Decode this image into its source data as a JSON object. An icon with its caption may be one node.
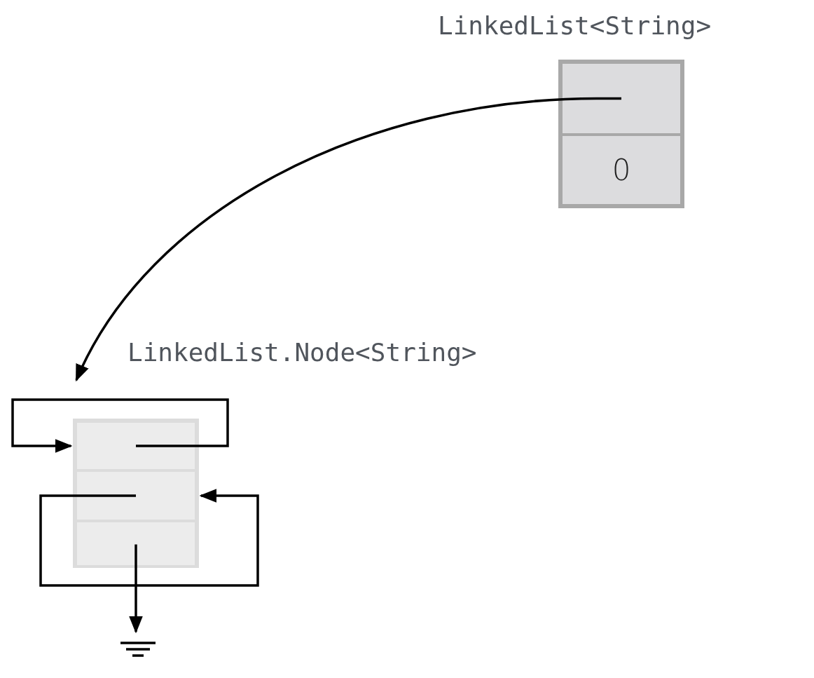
{
  "diagram": {
    "nodes": [
      {
        "text": [
          "LinkedList<String>"
        ]
      },
      {
        "text": [],
        "shape": "box",
        "in": 0
      },
      {
        "text": [
          "0"
        ],
        "in": 0
      },
      {
        "text": [
          "LinkedList.Node<String>"
        ]
      },
      {
        "text": [],
        "shape": "box",
        "in": 3
      },
      {
        "text": [],
        "shape": "box",
        "in": 3
      },
      {
        "text": [],
        "shape": "box",
        "in": 3
      },
      {
        "text": [],
        "shape": "ground"
      }
    ],
    "edges": [
      {
        "from": 1,
        "to": 3,
        "arrow": "to"
      },
      {
        "from": 4,
        "to": 3,
        "arrow": "to"
      },
      {
        "from": 5,
        "to": 3,
        "arrow": "to"
      },
      {
        "from": 6,
        "to": 7,
        "arrow": "to"
      }
    ]
  }
}
